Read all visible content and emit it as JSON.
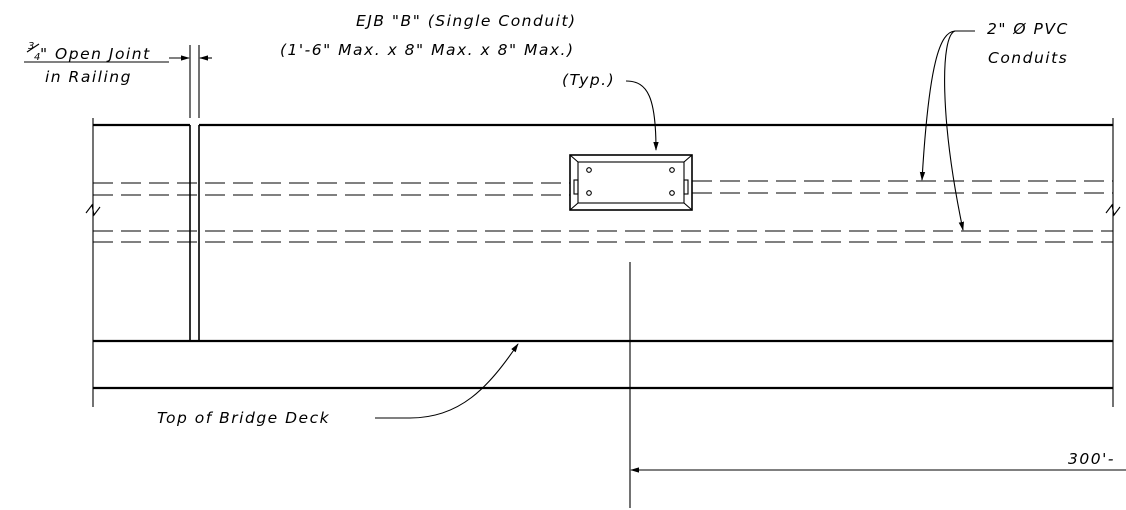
{
  "labels": {
    "joint_fraction_num": "3",
    "joint_fraction_den": "4",
    "joint_line1_rest": "\" Open Joint",
    "joint_line2": "in Railing",
    "ejb_line1": "EJB \"B\" (Single Conduit)",
    "ejb_line2": "(1'-6\" Max. x 8\" Max. x 8\" Max.)",
    "ejb_line3": "(Typ.)",
    "pvc_line1": "2\" Ø PVC",
    "pvc_line2": "Conduits",
    "deck_label": "Top of Bridge Deck",
    "dimension": "300'-"
  }
}
